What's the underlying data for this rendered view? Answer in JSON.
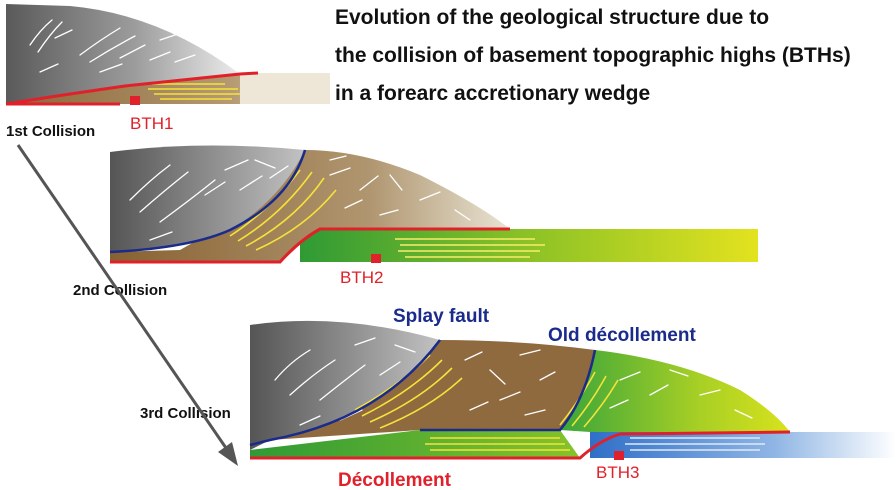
{
  "title": {
    "line1": "Evolution of the geological structure due to",
    "line2": "the collision of basement topographic highs (BTHs)",
    "line3": "in a forearc accretionary wedge"
  },
  "stages": [
    {
      "label": "1st Collision",
      "bth": "BTH1"
    },
    {
      "label": "2nd Collision",
      "bth": "BTH2"
    },
    {
      "label": "3rd Collision",
      "bth": "BTH3"
    }
  ],
  "annotations": {
    "splay_fault": "Splay fault",
    "old_decollement": "Old décollement",
    "decollement": "Décollement"
  },
  "colors": {
    "decollement_red": "#e0202a",
    "fault_blue": "#1a2b8c",
    "old_wedge_gray": "#6e6e6e",
    "brown_sediment": "#8f6a3e",
    "green_sediment": "#3aa53a",
    "yellow_green": "#c8d820",
    "blue_sediment": "#3f7fd0",
    "strata_yellow": "#f5e23a"
  }
}
